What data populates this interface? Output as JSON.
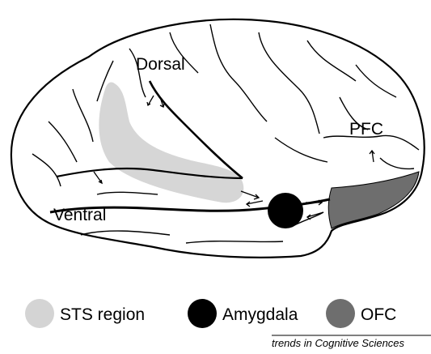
{
  "labels": {
    "dorsal": "Dorsal",
    "ventral": "Ventral",
    "pfc": "PFC"
  },
  "legend": [
    {
      "label": "STS region",
      "color": "#d4d4d4"
    },
    {
      "label": "Amygdala",
      "color": "#000000"
    },
    {
      "label": "OFC",
      "color": "#6e6e6e"
    }
  ],
  "credit": "trends in Cognitive Sciences",
  "colors": {
    "sts_region": "#d4d4d4",
    "amygdala": "#000000",
    "ofc": "#6e6e6e",
    "outline": "#000000"
  }
}
